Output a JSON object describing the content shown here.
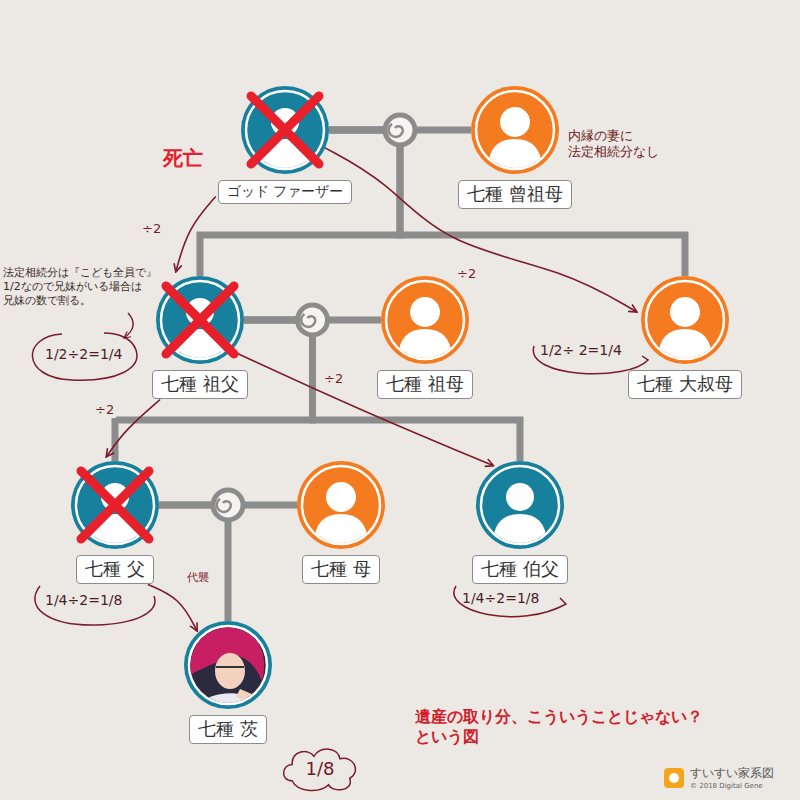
{
  "diagram": {
    "caption": "遺産の取り分、こういうことじゃない？ という図",
    "nodes": [
      {
        "text": [
          "ゴッド ファーザー"
        ]
      },
      {
        "text": [
          "七種 曾祖母"
        ]
      },
      {
        "text": [
          "七種 祖父"
        ]
      },
      {
        "text": [
          "七種 祖母"
        ]
      },
      {
        "text": [
          "七種 大叔母"
        ]
      },
      {
        "text": [
          "七種 父"
        ]
      },
      {
        "text": [
          "七種 母"
        ]
      },
      {
        "text": [
          "七種 伯父"
        ]
      },
      {
        "text": [
          "七種 茨"
        ]
      },
      {
        "text": [
          "1/8"
        ]
      }
    ],
    "edges": [
      {
        "from": 0,
        "to": 1,
        "arrow": "none"
      },
      {
        "from": 0,
        "to": 2,
        "arrow": "none"
      },
      {
        "from": 0,
        "to": 4,
        "arrow": "none"
      },
      {
        "from": 2,
        "to": 3,
        "arrow": "none"
      },
      {
        "from": 2,
        "to": 5,
        "arrow": "none"
      },
      {
        "from": 2,
        "to": 7,
        "arrow": "none"
      },
      {
        "from": 5,
        "to": 6,
        "arrow": "none"
      },
      {
        "from": 5,
        "to": 8,
        "arrow": "none"
      },
      {
        "from": 0,
        "to": 2,
        "arrow": "to",
        "label": "÷2"
      },
      {
        "from": 0,
        "to": 4,
        "arrow": "to",
        "label": "÷2"
      },
      {
        "from": 2,
        "to": 5,
        "arrow": "to",
        "label": "÷2"
      },
      {
        "from": 2,
        "to": 7,
        "arrow": "to",
        "label": "÷2"
      },
      {
        "from": 5,
        "to": 8,
        "arrow": "to",
        "label": "代襲"
      }
    ],
    "labels": [
      "死亡",
      "内縁の妻に 法定相続分なし",
      "法定相続分は『こども全員で』 1/2なので兄妹がいる場合は 兄妹の数で割る。",
      "1/2÷2=1/4",
      "1/2÷ 2=1/4",
      "1/4÷2=1/8",
      "1/4÷2=1/8",
      "すいすい家系図",
      "© 2018 Digital Gene"
    ]
  }
}
